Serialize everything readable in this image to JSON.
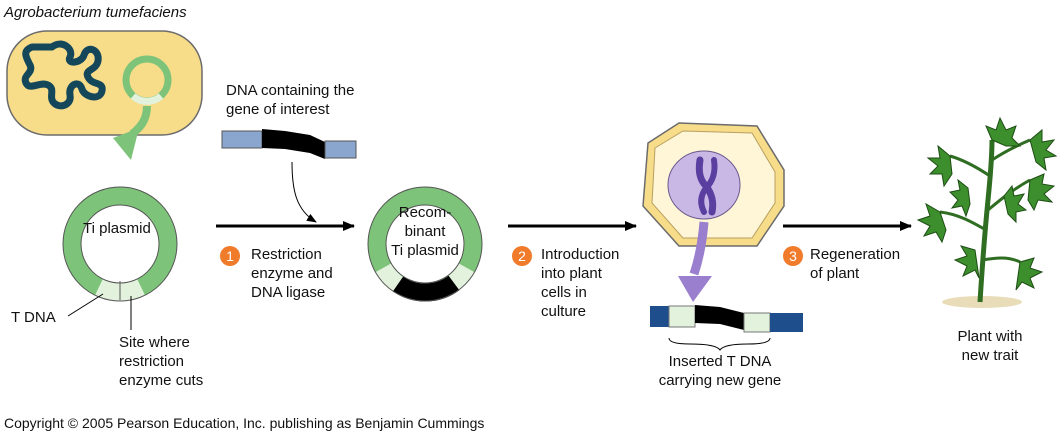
{
  "title": "Agrobacterium tumefaciens",
  "labels": {
    "dna_gene_line1": "DNA containing the",
    "dna_gene_line2": "gene of interest",
    "ti_plasmid": "Ti plasmid",
    "recombinant_line1": "Recom-",
    "recombinant_line2": "binant",
    "recombinant_line3": "Ti plasmid",
    "t_dna": "T DNA",
    "site_line1": "Site where",
    "site_line2": "restriction",
    "site_line3": "enzyme cuts",
    "inserted_line1": "Inserted T DNA",
    "inserted_line2": "carrying new gene",
    "plant_line1": "Plant with",
    "plant_line2": "new trait"
  },
  "steps": [
    {
      "number": "1",
      "line1": "Restriction",
      "line2": "enzyme and",
      "line3": "DNA ligase"
    },
    {
      "number": "2",
      "line1": "Introduction",
      "line2": "into plant",
      "line3": "cells in",
      "line4": "culture"
    },
    {
      "number": "3",
      "line1": "Regeneration",
      "line2": "of plant"
    }
  ],
  "copyright": "Copyright © 2005 Pearson Education, Inc. publishing as Benjamin Cummings",
  "colors": {
    "bacterium_fill": "#f7dc8a",
    "plasmid_green": "#7dc47a",
    "t_dna_light": "#e3f2dd",
    "dna_blue": "#8aa6cf",
    "dna_dark_blue": "#1e4f8c",
    "gene_black": "#000000",
    "chromosome": "#5a3ea0",
    "nucleus": "#c9b8e6",
    "step_badge": "#f07b2a",
    "leaf_green": "#3c8f2c"
  }
}
